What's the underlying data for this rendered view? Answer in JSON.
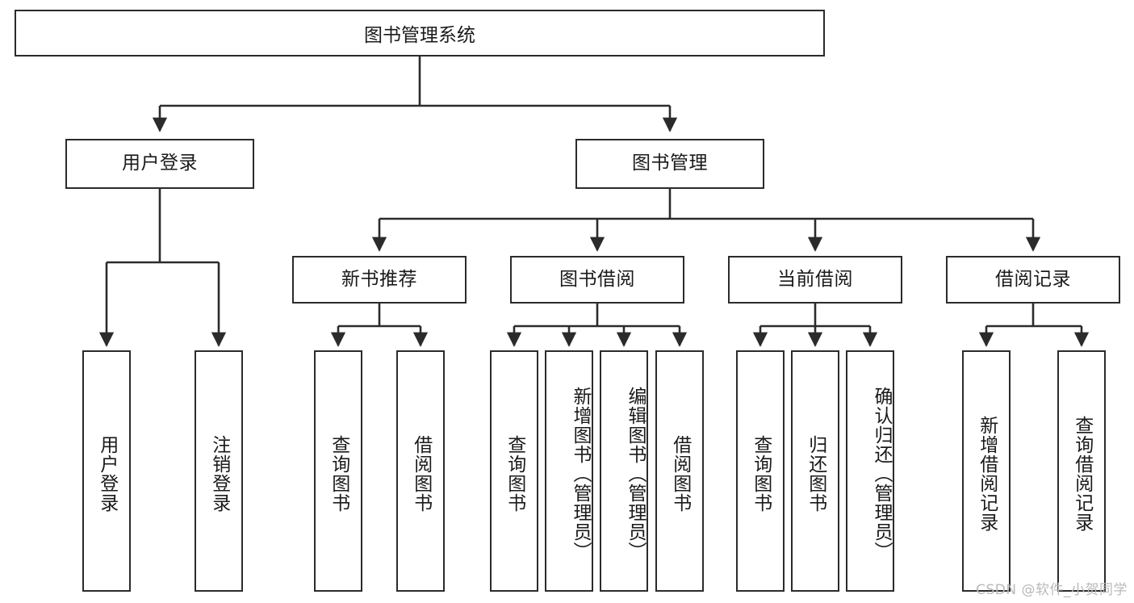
{
  "diagram": {
    "type": "tree-hierarchy",
    "title": "图书管理系统",
    "stroke_color": "#2b2b2b",
    "background_color": "#ffffff",
    "text_color": "#1a1a1a",
    "watermark": "CSDN @软件_小贺同学",
    "levels": {
      "root": {
        "label": "图书管理系统"
      },
      "level2": [
        {
          "label": "用户登录"
        },
        {
          "label": "图书管理"
        }
      ],
      "level3": [
        {
          "label": "新书推荐"
        },
        {
          "label": "图书借阅"
        },
        {
          "label": "当前借阅"
        },
        {
          "label": "借阅记录"
        }
      ],
      "leaves": {
        "user_login": [
          {
            "label": "用户登录"
          },
          {
            "label": "注销登录"
          }
        ],
        "new_book_recommend": [
          {
            "label": "查询图书"
          },
          {
            "label": "借阅图书"
          }
        ],
        "book_borrow": [
          {
            "label": "查询图书"
          },
          {
            "label": "新增图书（管理员）"
          },
          {
            "label": "编辑图书（管理员）"
          },
          {
            "label": "借阅图书"
          }
        ],
        "current_borrow": [
          {
            "label": "查询图书"
          },
          {
            "label": "归还图书"
          },
          {
            "label": "确认归还（管理员）"
          }
        ],
        "borrow_record": [
          {
            "label": "新增借阅记录"
          },
          {
            "label": "查询借阅记录"
          }
        ]
      }
    }
  }
}
